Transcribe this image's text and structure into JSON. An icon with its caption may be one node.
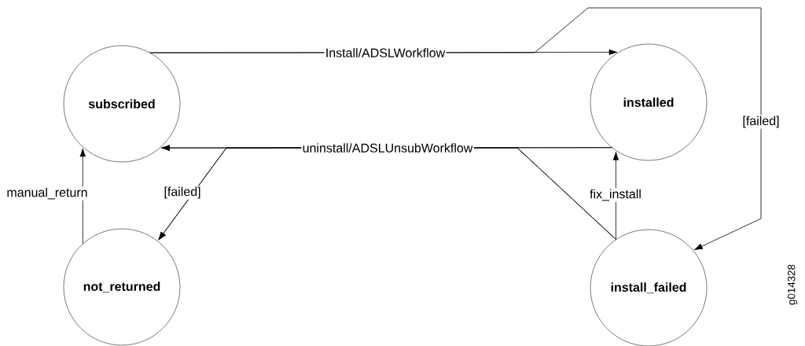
{
  "diagram": {
    "nodes": [
      {
        "text": [
          "subscribed"
        ]
      },
      {
        "text": [
          "installed"
        ]
      },
      {
        "text": [
          "not_returned"
        ]
      },
      {
        "text": [
          "install_failed"
        ]
      }
    ],
    "edges": [
      {
        "from": 0,
        "to": 1,
        "arrow": "to",
        "label": "Install/ADSLWorkflow"
      },
      {
        "from": 0,
        "to": 3,
        "arrow": "to",
        "label": "[failed]"
      },
      {
        "from": 1,
        "to": 0,
        "arrow": "to",
        "label": "uninstall/ADSLUnsubWorkflow"
      },
      {
        "from": 3,
        "to": 0,
        "arrow": "to"
      },
      {
        "from": 1,
        "to": 2,
        "arrow": "to",
        "label": "[failed]"
      },
      {
        "from": 3,
        "to": 2,
        "arrow": "to"
      },
      {
        "from": 2,
        "to": 0,
        "arrow": "to",
        "label": "manual_return"
      },
      {
        "from": 3,
        "to": 1,
        "arrow": "to",
        "label": "fix_install"
      }
    ],
    "labels": [
      "g014328"
    ]
  }
}
